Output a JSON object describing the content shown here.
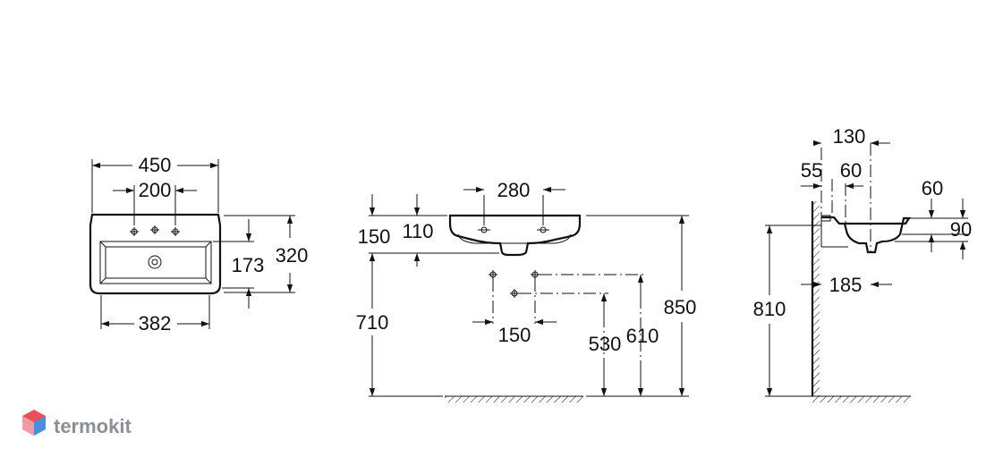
{
  "top_view": {
    "width_450": "450",
    "holes_200": "200",
    "depth_320": "320",
    "bowl_173": "173",
    "bowl_382": "382"
  },
  "front_view": {
    "holes_280": "280",
    "dim_150_top": "150",
    "dim_110": "110",
    "dim_710": "710",
    "dim_150_bottom": "150",
    "dim_530": "530",
    "dim_610": "610",
    "dim_850": "850"
  },
  "side_view": {
    "dim_130": "130",
    "dim_55": "55",
    "dim_60_top": "60",
    "dim_60_right": "60",
    "dim_90": "90",
    "dim_185": "185",
    "dim_810": "810"
  },
  "brand": {
    "name": "termokit",
    "colors": {
      "red": "#e8505b",
      "blue": "#4a8fd8",
      "pink": "#f29aa3",
      "gray": "#8c8f94"
    }
  }
}
